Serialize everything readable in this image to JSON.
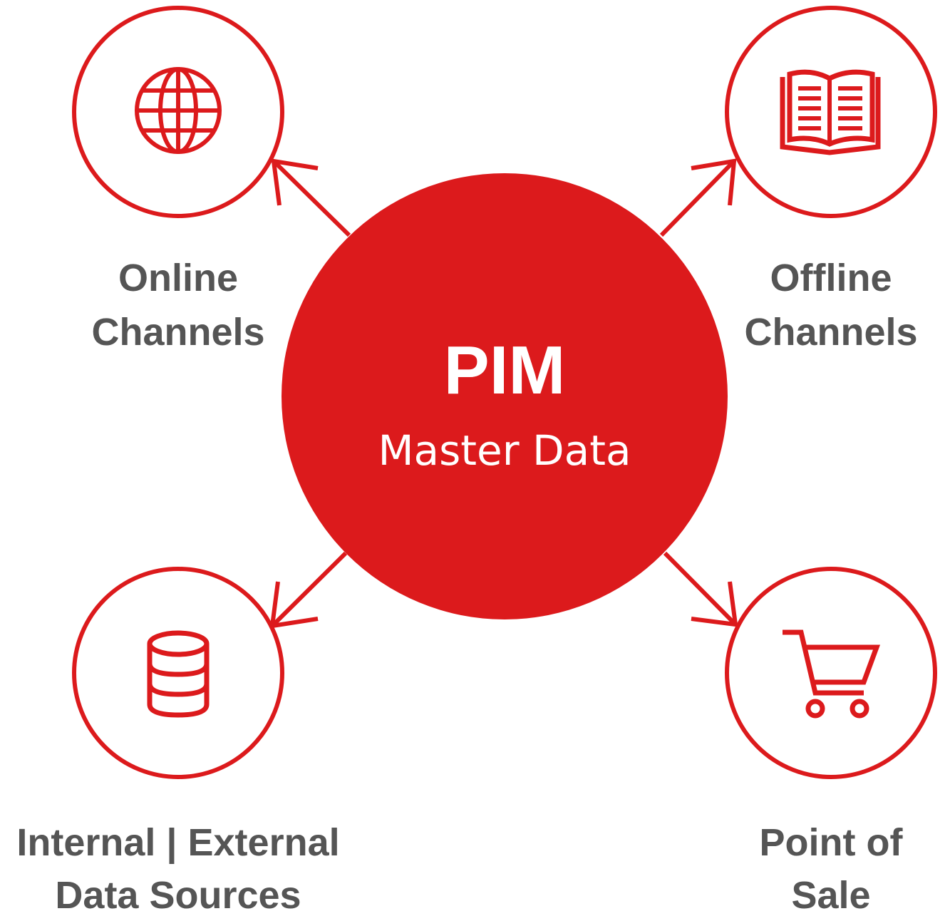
{
  "colors": {
    "accent": "#dc1a1c",
    "label": "#555555",
    "center_text": "#ffffff",
    "background": "#ffffff"
  },
  "center": {
    "title": "PIM",
    "subtitle": "Master Data"
  },
  "nodes": [
    {
      "key": "online",
      "icon": "globe-icon",
      "label_lines": [
        "Online",
        "Channels"
      ]
    },
    {
      "key": "offline",
      "icon": "book-icon",
      "label_lines": [
        "Offline",
        "Channels"
      ]
    },
    {
      "key": "data",
      "icon": "database-icon",
      "label_lines": [
        "Internal | External",
        "Data Sources"
      ]
    },
    {
      "key": "pos",
      "icon": "cart-icon",
      "label_lines": [
        "Point of",
        "Sale"
      ]
    }
  ]
}
